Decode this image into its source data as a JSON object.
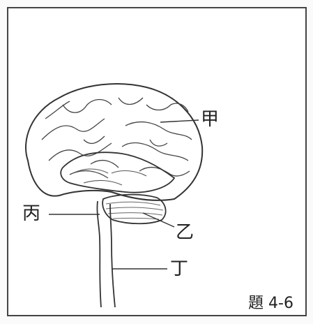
{
  "labels": {
    "jia": "甲",
    "yi": "乙",
    "bing": "丙",
    "ding": "丁"
  },
  "caption": "題 4-6",
  "colors": {
    "line": "#333333",
    "frame": "#444444"
  }
}
